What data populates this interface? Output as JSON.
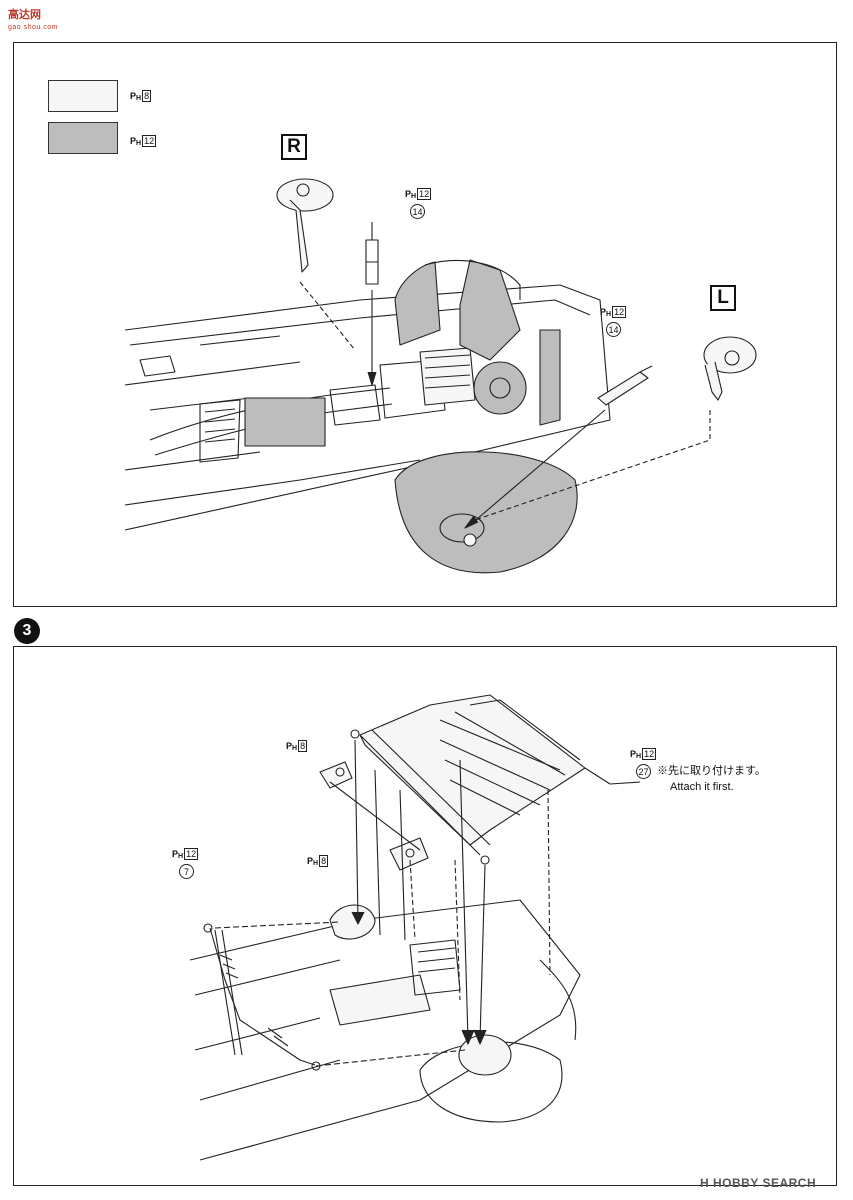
{
  "watermark_top": {
    "logo": "高达网",
    "sub": "gao.shou.com"
  },
  "watermark_bottom": {
    "logo_glyph": "H",
    "text": "HOBBY SEARCH"
  },
  "legend": [
    {
      "fill": "#f6f6f6",
      "ph_prefix": "P",
      "ph_sub": "H",
      "ph_num": "8"
    },
    {
      "fill": "#bdbdbd",
      "ph_prefix": "P",
      "ph_sub": "H",
      "ph_num": "12"
    }
  ],
  "panel1": {
    "right_label": "R",
    "left_label": "L",
    "part_r": {
      "ph_prefix": "P",
      "ph_sub": "H",
      "ph_num": "12",
      "part": "14"
    },
    "part_l": {
      "ph_prefix": "P",
      "ph_sub": "H",
      "ph_num": "12",
      "part": "14"
    }
  },
  "step": {
    "number": "3"
  },
  "panel2": {
    "crossmember_label": {
      "ph_prefix": "P",
      "ph_sub": "H",
      "ph_num": "12",
      "part": "27"
    },
    "note_jp": "※先に取り付けます。",
    "note_en": "Attach it first.",
    "bracket_top": {
      "ph_prefix": "P",
      "ph_sub": "H",
      "ph_num": "8"
    },
    "bracket_mid": {
      "ph_prefix": "P",
      "ph_sub": "H",
      "ph_num": "8"
    },
    "stabilizer": {
      "ph_prefix": "P",
      "ph_sub": "H",
      "ph_num": "12",
      "part": "7"
    }
  },
  "colors": {
    "gray_part": "#bdbdbd",
    "white_part": "#f6f6f6",
    "line": "#222222"
  }
}
